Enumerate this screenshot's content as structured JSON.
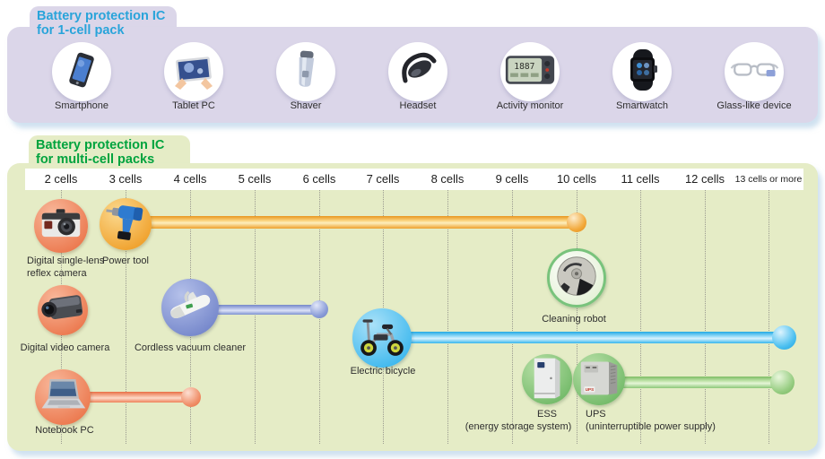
{
  "section1": {
    "tab_title": "Battery protection IC\nfor 1-cell pack",
    "title_color": "#29a4da",
    "band_color": "#dbd6e9",
    "devices": [
      {
        "label": "Smartphone"
      },
      {
        "label": "Tablet PC"
      },
      {
        "label": "Shaver"
      },
      {
        "label": "Headset"
      },
      {
        "label": "Activity monitor",
        "screen_text": "1887"
      },
      {
        "label": "Smartwatch"
      },
      {
        "label": "Glass-like device"
      }
    ]
  },
  "section2": {
    "tab_title": "Battery protection IC\nfor multi-cell packs",
    "title_color": "#00a33e",
    "band_color": "#e5ecc6",
    "columns": [
      "2 cells",
      "3 cells",
      "4 cells",
      "5 cells",
      "6 cells",
      "7 cells",
      "8 cells",
      "9 cells",
      "10 cells",
      "11 cells",
      "12 cells",
      "13 cells or more"
    ],
    "items": [
      {
        "label": "Digital single-lens\nreflex camera",
        "at": "2 cells"
      },
      {
        "label": "Power tool",
        "at": "3 cells"
      },
      {
        "label": "Digital video camera",
        "at": "2 cells"
      },
      {
        "label": "Cordless vacuum cleaner",
        "at": "4 cells"
      },
      {
        "label": "Electric bicycle",
        "at": "7 cells"
      },
      {
        "label": "Cleaning robot",
        "at": "10 cells"
      },
      {
        "label": "ESS",
        "sublabel": "(energy storage system)",
        "at": "10 cells"
      },
      {
        "label": "UPS",
        "sublabel": "(uninterruptible power supply)",
        "device_text": "UPS",
        "at": "10 cells"
      },
      {
        "label": "Notebook PC",
        "at": "2 cells"
      }
    ],
    "bars": [
      {
        "name": "power-tool-range",
        "color": "#f0a22e",
        "from": "3 cells",
        "to": "10 cells"
      },
      {
        "name": "vacuum-range",
        "color": "#7d90d0",
        "from": "4 cells",
        "to": "6 cells"
      },
      {
        "name": "bicycle-range",
        "color": "#35b5ec",
        "from": "7 cells",
        "to": "13 cells or more"
      },
      {
        "name": "notebook-range",
        "color": "#ee8259",
        "from": "2 cells",
        "to": "4 cells"
      },
      {
        "name": "ess-ups-range",
        "color": "#8cc878",
        "from": "10 cells",
        "to": "13 cells or more"
      }
    ]
  }
}
